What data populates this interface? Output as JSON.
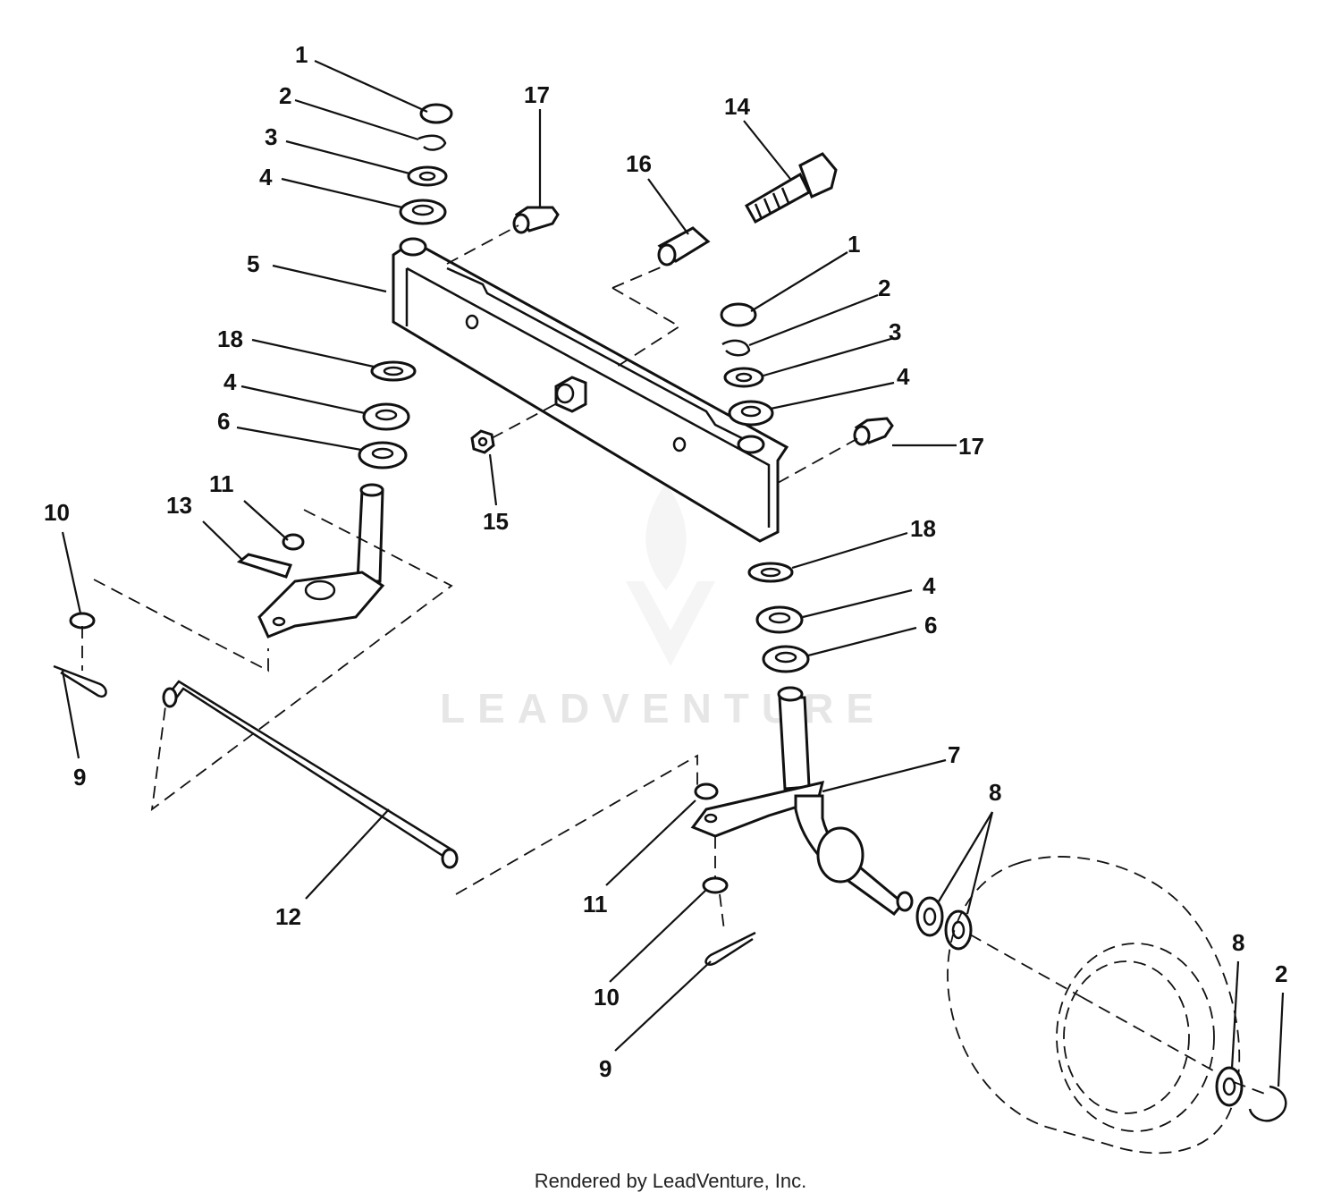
{
  "footer": {
    "credit": "Rendered by LeadVenture, Inc."
  },
  "watermark": {
    "text": "LEADVENTURE"
  },
  "callouts": [
    {
      "id": "c-1a",
      "label": "1"
    },
    {
      "id": "c-2a",
      "label": "2"
    },
    {
      "id": "c-3a",
      "label": "3"
    },
    {
      "id": "c-4a",
      "label": "4"
    },
    {
      "id": "c-5",
      "label": "5"
    },
    {
      "id": "c-18a",
      "label": "18"
    },
    {
      "id": "c-4b",
      "label": "4"
    },
    {
      "id": "c-6a",
      "label": "6"
    },
    {
      "id": "c-17a",
      "label": "17"
    },
    {
      "id": "c-16",
      "label": "16"
    },
    {
      "id": "c-14",
      "label": "14"
    },
    {
      "id": "c-1b",
      "label": "1"
    },
    {
      "id": "c-2b",
      "label": "2"
    },
    {
      "id": "c-3b",
      "label": "3"
    },
    {
      "id": "c-4c",
      "label": "4"
    },
    {
      "id": "c-17b",
      "label": "17"
    },
    {
      "id": "c-15",
      "label": "15"
    },
    {
      "id": "c-11a",
      "label": "11"
    },
    {
      "id": "c-13",
      "label": "13"
    },
    {
      "id": "c-10a",
      "label": "10"
    },
    {
      "id": "c-9a",
      "label": "9"
    },
    {
      "id": "c-18b",
      "label": "18"
    },
    {
      "id": "c-4d",
      "label": "4"
    },
    {
      "id": "c-6b",
      "label": "6"
    },
    {
      "id": "c-7",
      "label": "7"
    },
    {
      "id": "c-8a",
      "label": "8"
    },
    {
      "id": "c-12",
      "label": "12"
    },
    {
      "id": "c-11b",
      "label": "11"
    },
    {
      "id": "c-10b",
      "label": "10"
    },
    {
      "id": "c-9b",
      "label": "9"
    },
    {
      "id": "c-8b",
      "label": "8"
    },
    {
      "id": "c-2c",
      "label": "2"
    }
  ]
}
